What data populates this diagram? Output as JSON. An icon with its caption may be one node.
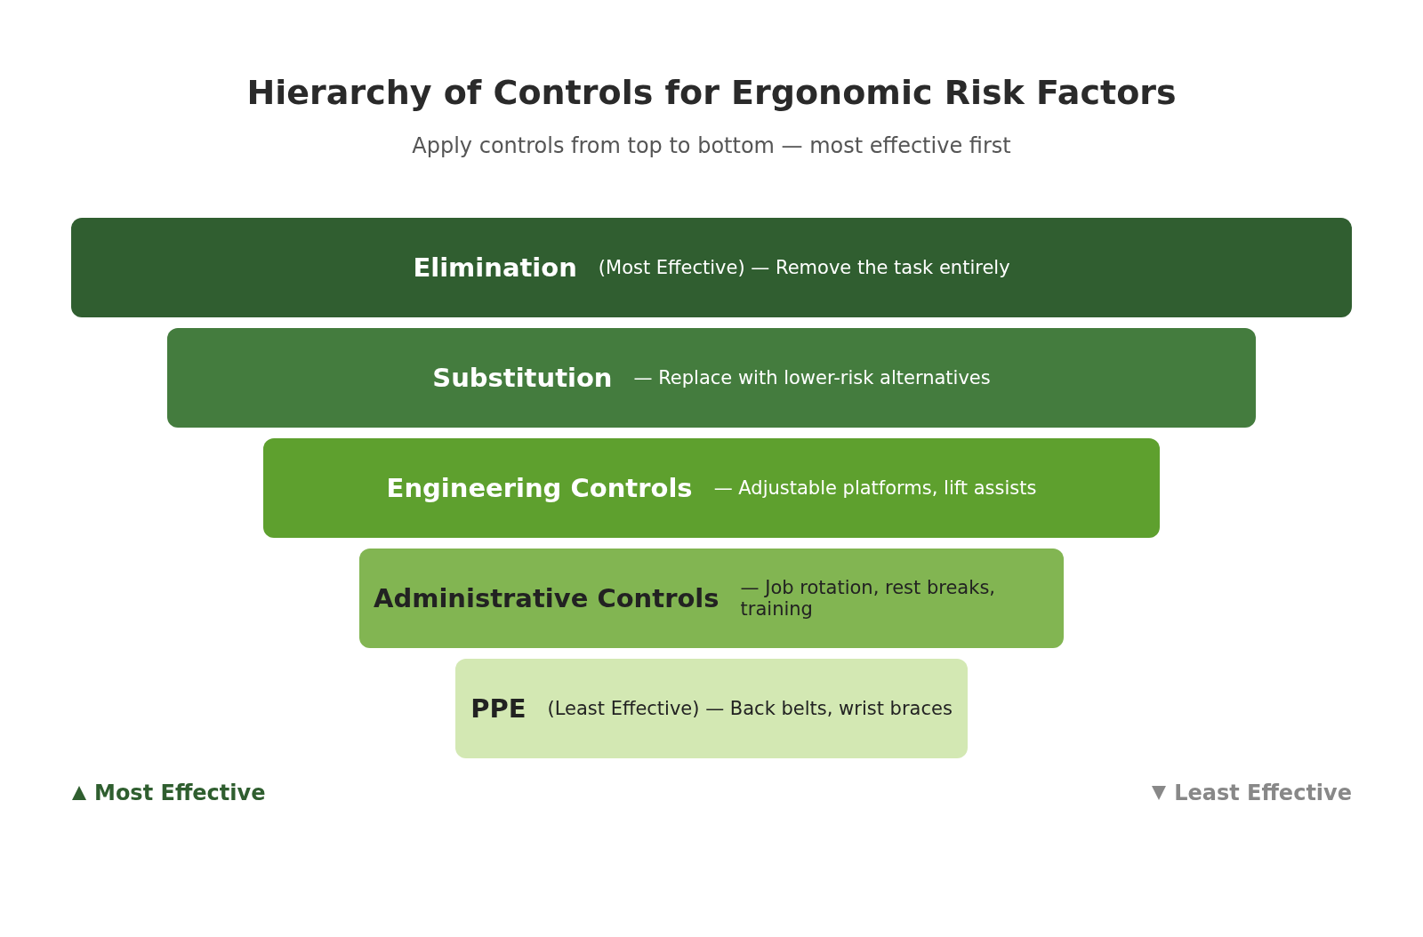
{
  "diagram": {
    "title": "Hierarchy of Controls for Ergonomic Risk Factors",
    "nodes": [
      {
        "text": [
          "Elimination",
          "(Most Effective) — Remove the task entirely"
        ]
      },
      {
        "text": [
          "Substitution",
          "— Replace with lower-risk alternatives"
        ]
      },
      {
        "text": [
          "Engineering Controls",
          "— Adjustable platforms, lift assists"
        ]
      },
      {
        "text": [
          "Administrative Controls",
          "— Job rotation, rest breaks, training"
        ]
      },
      {
        "text": [
          "PPE",
          "(Least Effective) — Back belts, wrist braces"
        ]
      }
    ],
    "labels": [
      "Apply controls from top to bottom — most effective first",
      "Most Effective",
      "Least Effective"
    ]
  }
}
